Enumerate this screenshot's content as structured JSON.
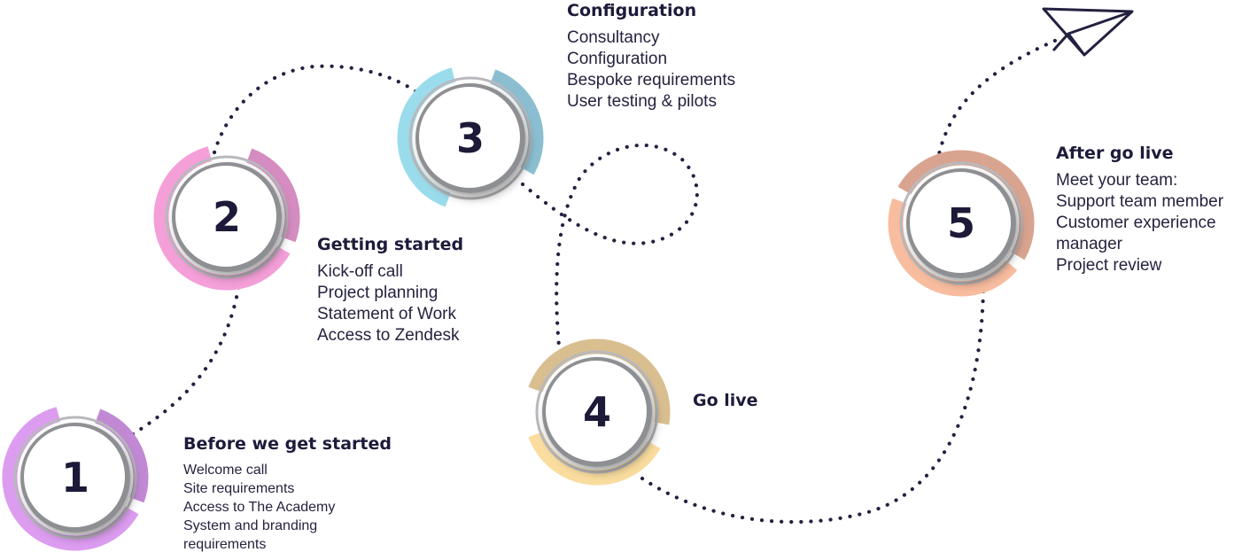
{
  "colors": {
    "dots": "#232140",
    "text": "#1d1b3a"
  },
  "icons": {
    "plane": "paper-plane-icon"
  },
  "steps": [
    {
      "number": "1",
      "title": "Before we get started",
      "items": [
        "Welcome call",
        "Site requirements",
        "Access to The Academy",
        "System and branding",
        "requirements"
      ],
      "color": "#dc9cf0"
    },
    {
      "number": "2",
      "title": "Getting started",
      "items": [
        "Kick-off call",
        "Project planning",
        "Statement of Work",
        "Access to Zendesk"
      ],
      "color": "#f49fd8"
    },
    {
      "number": "3",
      "title": "Configuration",
      "items": [
        "Consultancy",
        "Configuration",
        "Bespoke requirements",
        "User testing & pilots"
      ],
      "color": "#9adcec"
    },
    {
      "number": "4",
      "title": "Go live",
      "items": [],
      "color": "#f9dc9e"
    },
    {
      "number": "5",
      "title": "After go live",
      "items": [
        "Meet your team:",
        "Support team member",
        "Customer experience",
        "manager",
        "Project review"
      ],
      "color": "#f8bc9e"
    }
  ]
}
